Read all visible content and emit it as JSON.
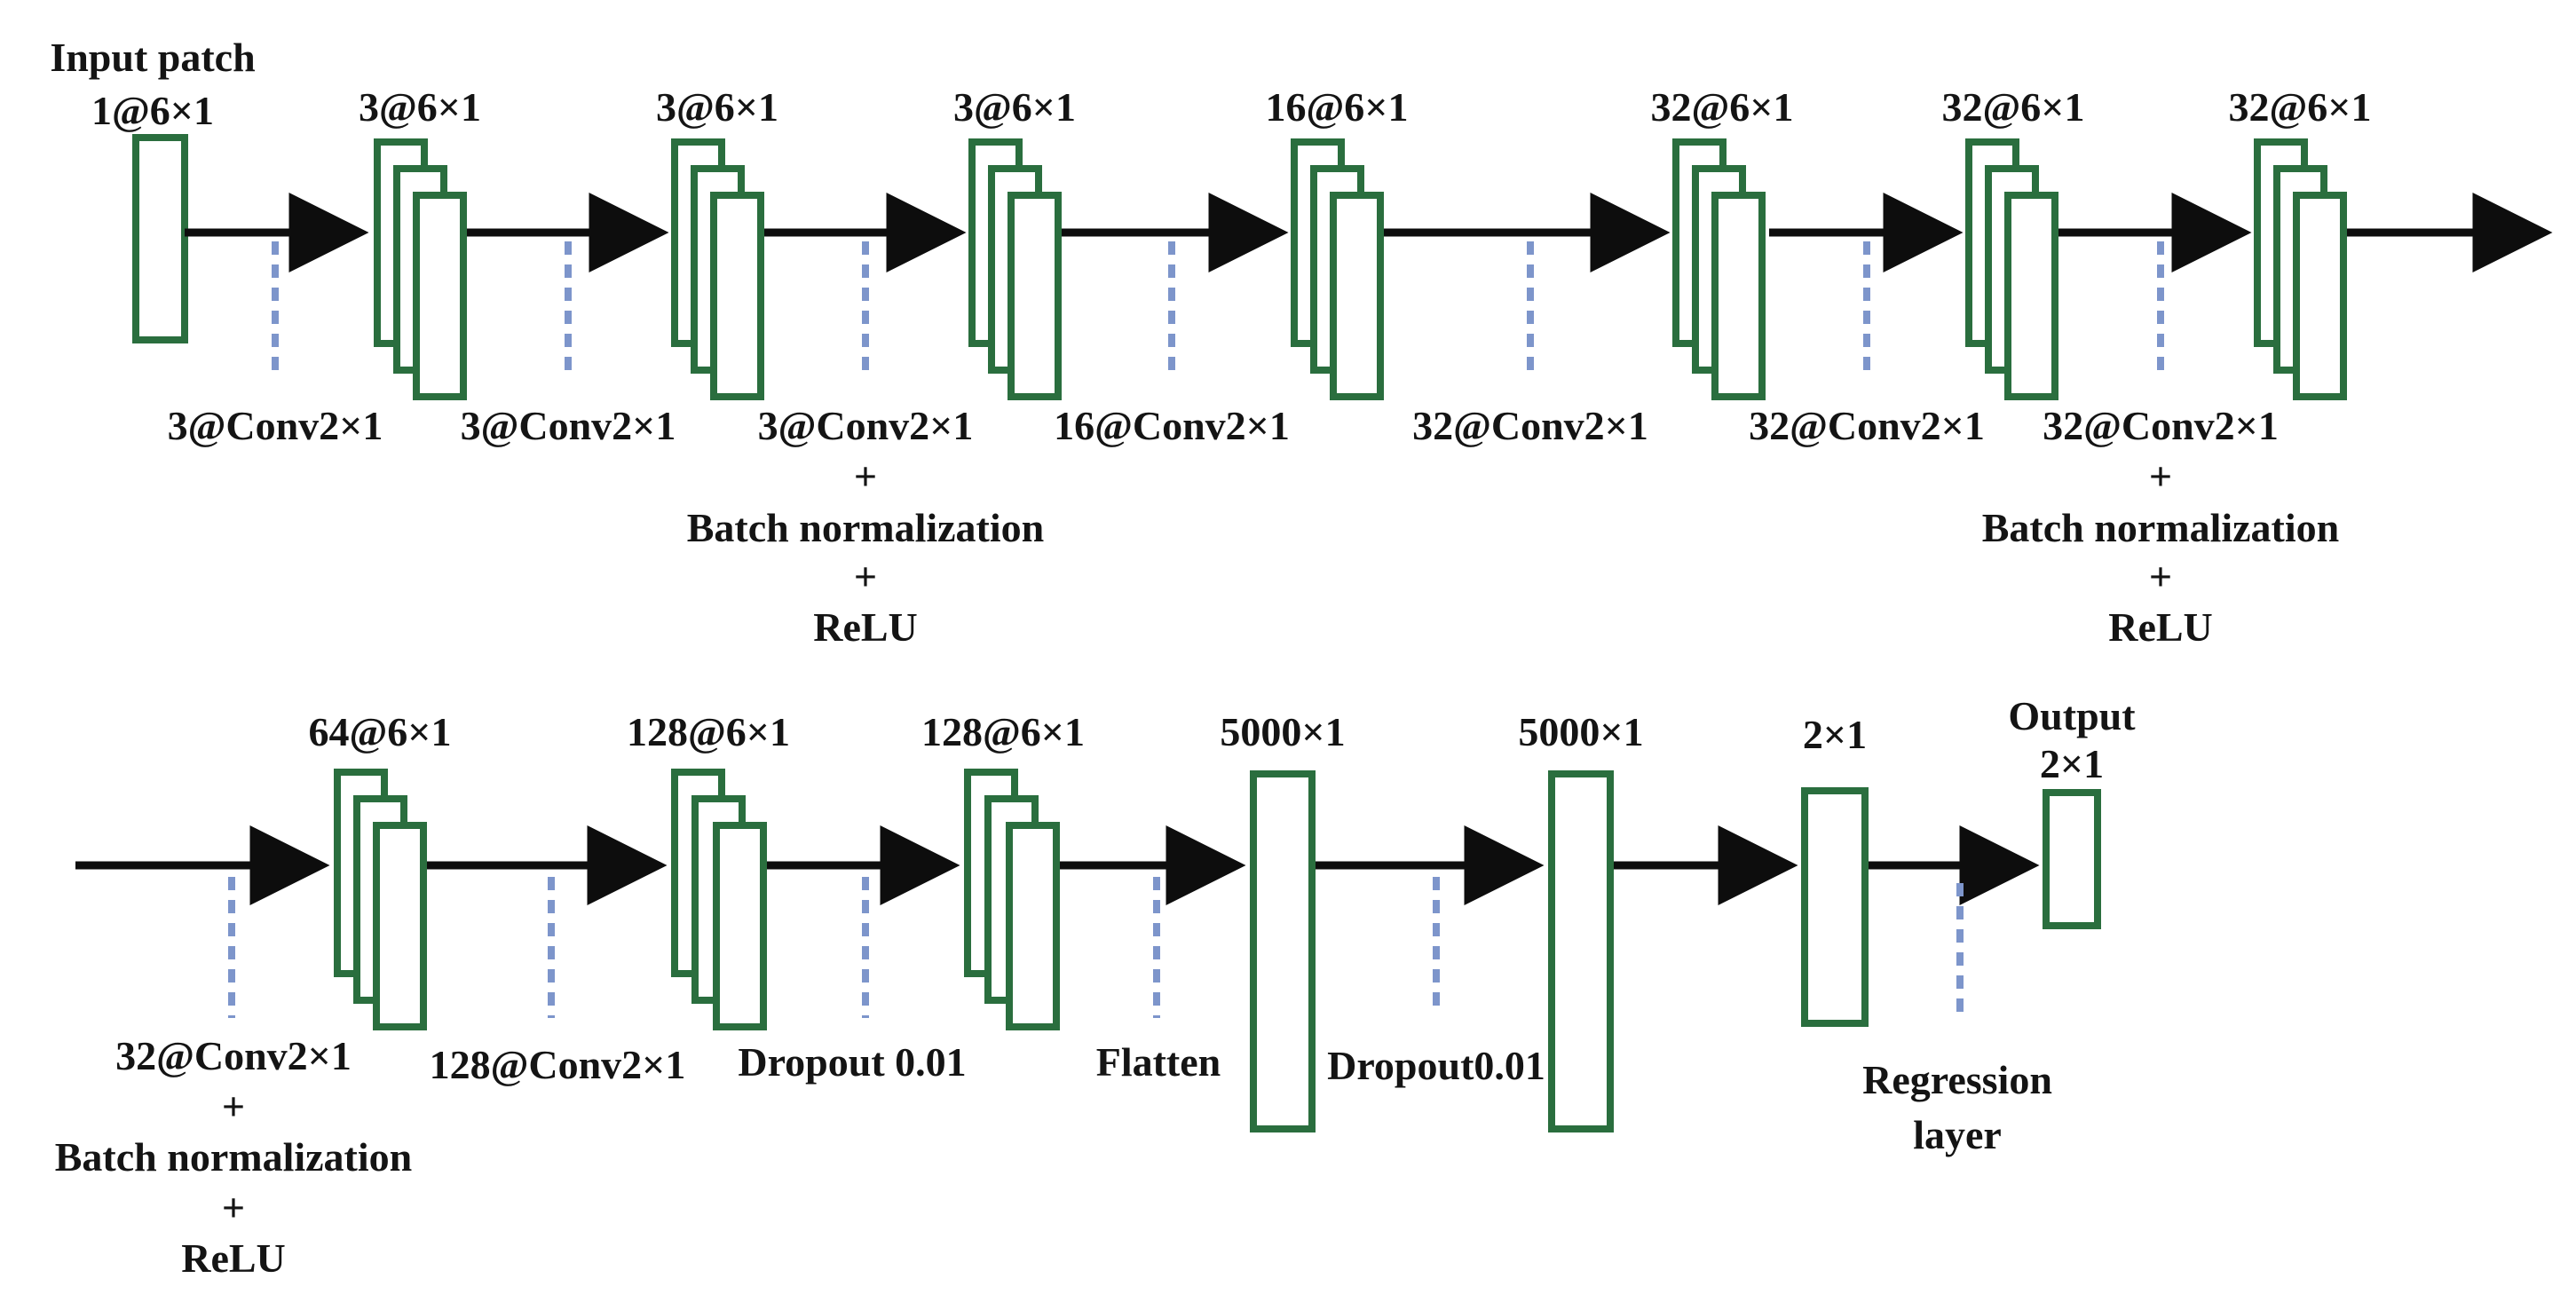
{
  "diagram": {
    "title_hint": "1-D CNN architecture",
    "plus": "+",
    "batch_norm": "Batch normalization",
    "relu": "ReLU",
    "row1": {
      "input_label_line1": "Input patch",
      "input_label_line2": "1@6×1",
      "stack_labels": [
        "3@6×1",
        "3@6×1",
        "3@6×1",
        "16@6×1",
        "32@6×1",
        "32@6×1",
        "32@6×1"
      ],
      "op_labels": [
        "3@Conv2×1",
        "3@Conv2×1",
        "3@Conv2×1",
        "16@Conv2×1",
        "32@Conv2×1",
        "32@Conv2×1",
        "32@Conv2×1"
      ]
    },
    "row2": {
      "stack_labels": [
        "64@6×1",
        "128@6×1",
        "128@6×1"
      ],
      "vector_labels": [
        "5000×1",
        "5000×1"
      ],
      "dense_label": "2×1",
      "output_label_line1": "Output",
      "output_label_line2": "2×1",
      "op_labels": [
        "32@Conv2×1",
        "128@Conv2×1",
        "Dropout 0.01",
        "Flatten",
        "Dropout0.01"
      ],
      "regression_line1": "Regression",
      "regression_line2": "layer"
    },
    "colors": {
      "box_stroke": "#2a6e3e",
      "arrow": "#0d0d0d",
      "dash": "#7d95cb",
      "text": "#141414"
    }
  }
}
